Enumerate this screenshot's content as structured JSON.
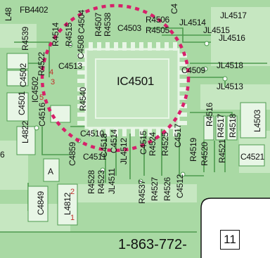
{
  "ic": "IC4501",
  "part_number": "1-863-772-",
  "page_number": "11",
  "labels": {
    "fb4402": "FB4402",
    "l48": "L48",
    "r4539": "R4539",
    "r4515": "R4515",
    "r4514": "R4514",
    "c4508": "C4508",
    "c4504": "C4504",
    "r4507": "R4507",
    "r4538": "R4538",
    "c4503": "C4503",
    "r4506": "R4506",
    "r4505": "R4505",
    "c4_top": "C4",
    "jl4514": "JL4514",
    "jl4517": "JL4517",
    "jl4515": "JL4515",
    "jl4516": "JL4516",
    "r4522": "R4522",
    "c4513": "C4513",
    "c4502": "C4502",
    "ic4502": "IC4502",
    "c4509": "C4509",
    "jl4518": "JL4518",
    "jl4513": "JL4513",
    "c4501": "C4501",
    "r4540": "R4540",
    "c4516": "C4516",
    "l4822": "L4822",
    "c4510": "C4510",
    "c4518": "C4518",
    "c4514": "C4514",
    "jl4512": "JL4512",
    "c4515": "C4515",
    "r4524": "R4524",
    "r4525": "R4525",
    "c4517": "C4517",
    "r4516": "R4516",
    "r4517": "R4517",
    "r4518": "R4518",
    "l4503": "L4503",
    "c4859": "C4859",
    "c4511": "C4511",
    "r4519": "R4519",
    "r4520": "R4520",
    "r4521": "R4521",
    "c4521": "C4521",
    "r4528": "R4528",
    "r4523": "R4523",
    "jl4511": "JL4511",
    "r4537": "R4537",
    "r4527": "R4527",
    "r4526": "R4526",
    "c4512": "C4512",
    "c4849": "C4849",
    "l4812": "L4812",
    "digit_6": "6",
    "letter_a": "A",
    "pin_1": "1",
    "pin_2": "2",
    "pin_3": "3",
    "pin_4": "4",
    "pin_5": "5"
  },
  "colors": {
    "board_green": "#a9d9a4",
    "light_green": "#c6e7c1",
    "copper": "#8ccc86",
    "dark_trace": "#4d9a4e",
    "ic_outline": "#e8f6e6",
    "dashed_circle": "#d6206a",
    "text": "#111111"
  }
}
